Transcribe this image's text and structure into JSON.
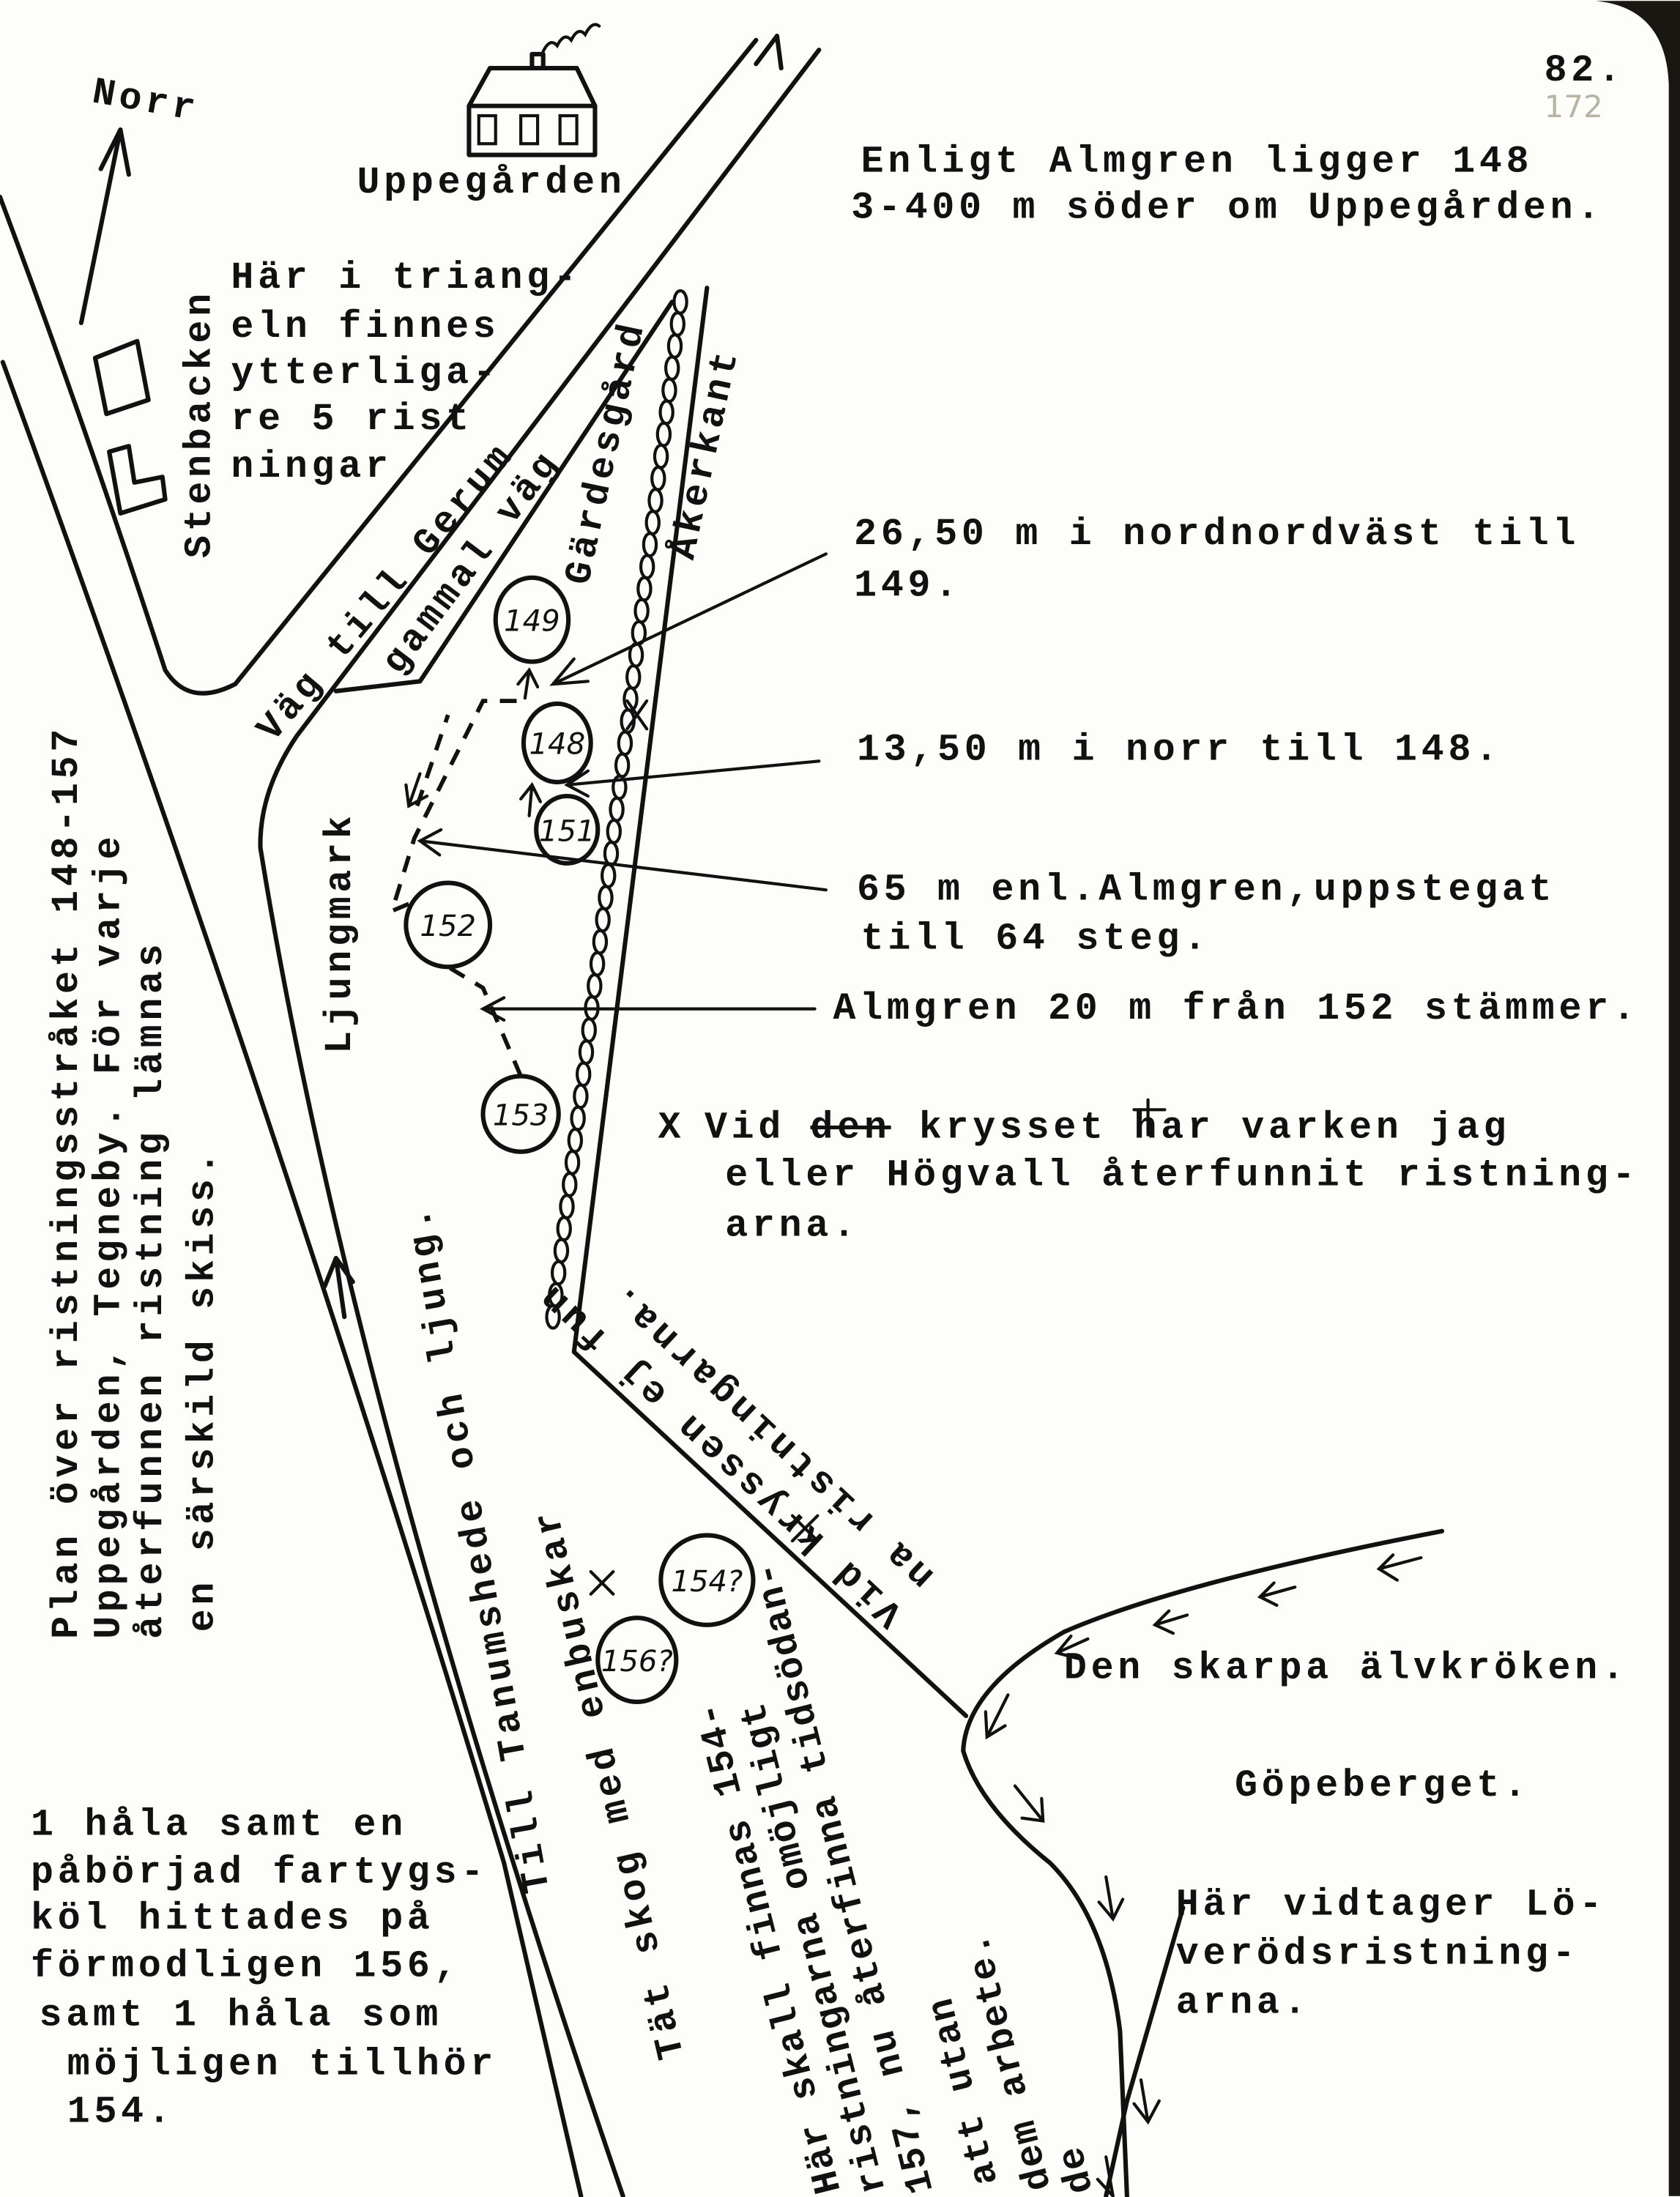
{
  "page_number": "82.",
  "pencil_number": "172",
  "compass": {
    "label": "Norr"
  },
  "farm": {
    "label": "Uppegården"
  },
  "triangle_note": [
    "Här i triang-",
    "eln finnes",
    "ytterliga-",
    "re 5 rist",
    "ningar"
  ],
  "labels": {
    "stenbacken": "Stenbacken",
    "road_gerum": "Väg till Gerum",
    "old_road": "gammal väg",
    "fence": "Gärdesgård",
    "field_edge": "Åkerkant",
    "heath": "Ljungmark",
    "road_tanumshede": "Till Tanumshede och ljung.",
    "forest": "Tät skog med enbuskar",
    "river_bend": "Den skarpa älvkröken.",
    "mountain": "Göpeberget."
  },
  "header_note": [
    "Enligt Almgren ligger 148",
    "3-400 m söder om Uppegården."
  ],
  "measurements": [
    {
      "lines": [
        "26,50 m i nordnordväst till",
        "149."
      ]
    },
    {
      "lines": [
        "13,50 m i norr till 148."
      ]
    },
    {
      "lines": [
        "65 m enl.Almgren,uppstegat",
        "till 64 steg."
      ]
    },
    {
      "lines": [
        "Almgren 20 m från 152 stämmer."
      ]
    }
  ],
  "cross_note": {
    "marker": "X",
    "prefix": "Vid",
    "struck": "den",
    "line1_rest": "krysset har varken jag",
    "line2": "eller Högvall återfunnit ristning-",
    "line3": "arna."
  },
  "title_note": [
    "Plan över ristningsstråket 148-157",
    "Uppegården, Tegneby. För varje",
    "återfunnen ristning lämnas",
    "en särskild skiss."
  ],
  "crosses_note": [
    "Vid kryssen ej fun",
    "na ristningarna."
  ],
  "carvings": [
    "149",
    "148",
    "151",
    "152",
    "153",
    "156?",
    "154?"
  ],
  "search_note": [
    "Här skall finnas 154-",
    "ristningarna omöjligt",
    "157, nu återfinna tidsödan-",
    "att utan",
    "dem arbete.",
    "de"
  ],
  "loverod_note": [
    "Här vidtager Lö-",
    "verödsristning-",
    "arna."
  ],
  "finds_note": [
    "1 håla samt en",
    "påbörjad fartygs-",
    "köl hittades på",
    "förmodligen 156,",
    "samt 1 håla som",
    "möjligen tillhör",
    "154."
  ]
}
